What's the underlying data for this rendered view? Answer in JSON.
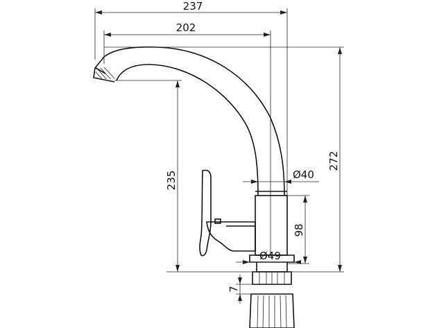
{
  "dimensions": {
    "overall_width": "237",
    "spout_reach": "202",
    "total_height": "272",
    "spout_height": "235",
    "body_height": "98",
    "spout_diameter": "Ø40",
    "body_diameter": "Ø49",
    "base_thickness": "7"
  },
  "colors": {
    "line": "#111111",
    "background": "#ffffff"
  }
}
